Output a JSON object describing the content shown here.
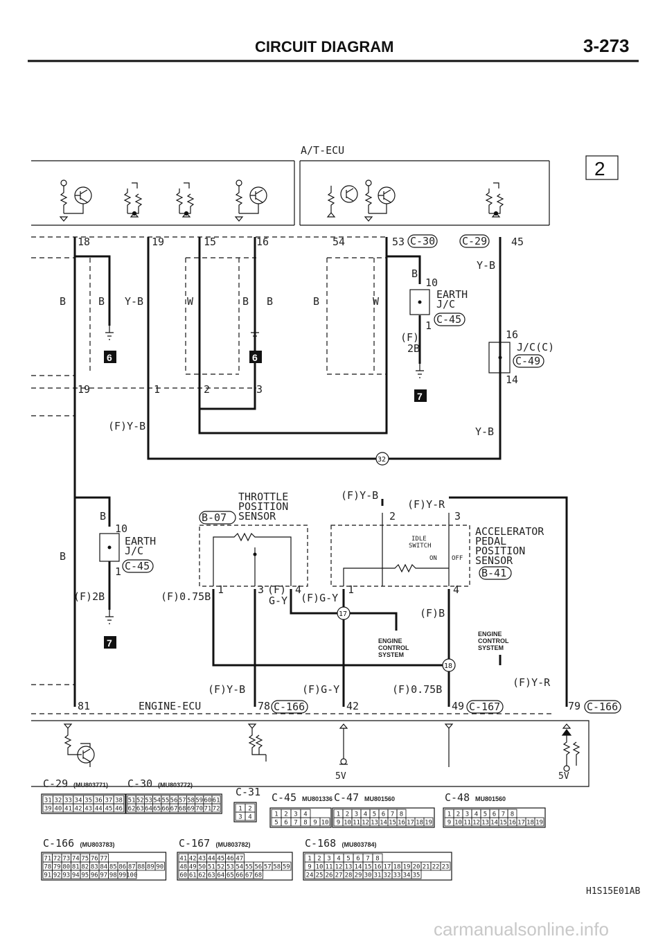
{
  "header": {
    "title": "CIRCUIT DIAGRAM",
    "page": "3-273"
  },
  "page_marker": "2",
  "ecu": {
    "top_label": "A/T-ECU",
    "bottom_label": "ENGINE-ECU"
  },
  "connectors": {
    "c30": "C-30",
    "c29": "C-29",
    "c45": "C-45",
    "c49": "C-49",
    "b07": "B-07",
    "b41": "B-41",
    "c166": "C-166",
    "c167": "C-167"
  },
  "pins_top": {
    "p18": "18",
    "p19": "19",
    "p15": "15",
    "p16": "16",
    "p54": "54",
    "p53": "53",
    "p45": "45"
  },
  "pins_mid": {
    "p19": "19",
    "p1": "1",
    "p2": "2",
    "p3": "3",
    "p10": "10",
    "p1b": "1",
    "p2b": "2B",
    "p16": "16",
    "p14": "14"
  },
  "pins_bottom": {
    "p81": "81",
    "p78": "78",
    "p42": "42",
    "p49": "49",
    "p79": "79"
  },
  "wires": {
    "b": "B",
    "yb": "Y-B",
    "w": "W",
    "fyb": "(F)Y-B",
    "fyr": "(F)Y-R",
    "fgy": "(F)G-Y",
    "fgy2a": "(F)",
    "fgy2b": "G-Y",
    "f075b": "(F)0.75B",
    "fb": "(F)B",
    "f2b": "(F)2B",
    "f": "(F)"
  },
  "components": {
    "earth_jc_1": "EARTH",
    "earth_jc_2": "J/C",
    "jcc": "J/C(C)",
    "tps_1": "THROTTLE",
    "tps_2": "POSITION",
    "tps_3": "SENSOR",
    "app_1": "ACCELERATOR",
    "app_2": "PEDAL",
    "app_3": "POSITION",
    "app_4": "SENSOR",
    "idle_1": "IDLE",
    "idle_2": "SWITCH",
    "idle_on": "ON",
    "idle_off": "OFF",
    "ecs_1": "ENGINE",
    "ecs_2": "CONTROL",
    "ecs_3": "SYSTEM",
    "ground_6": "6",
    "ground_7": "7",
    "v5": "5V",
    "pin_t1": "1",
    "pin_t3": "3",
    "pin_t4": "4",
    "pin_a2": "2",
    "pin_a3": "3",
    "pin_a1": "1",
    "pin_a4": "4"
  },
  "junctions": {
    "j32": "32",
    "j17": "17",
    "j18": "18"
  },
  "connector_views": [
    {
      "ref": "C-29",
      "part": "(MU803771)",
      "rows": [
        [
          "31",
          "32",
          "33",
          "34",
          "35",
          "36",
          "37",
          "38"
        ],
        [
          "39",
          "40",
          "41",
          "42",
          "43",
          "44",
          "45",
          "46"
        ]
      ]
    },
    {
      "ref": "C-30",
      "part": "(MU803772)",
      "rows": [
        [
          "51",
          "52",
          "53",
          "54",
          "55",
          "56",
          "57",
          "58",
          "59",
          "60",
          "61"
        ],
        [
          "62",
          "63",
          "64",
          "65",
          "66",
          "67",
          "68",
          "69",
          "70",
          "71",
          "72"
        ]
      ]
    },
    {
      "ref": "C-31",
      "part": "",
      "rows": [
        [
          "1",
          "2"
        ],
        [
          "3",
          "4"
        ]
      ]
    },
    {
      "ref": "C-45",
      "part": "MU801336",
      "rows": [
        [
          "1",
          "2",
          "3",
          "4"
        ],
        [
          "5",
          "6",
          "7",
          "8",
          "9",
          "10"
        ]
      ]
    },
    {
      "ref": "C-47",
      "part": "MU801560",
      "rows": [
        [
          "1",
          "2",
          "3",
          "4",
          "5",
          "6",
          "7",
          "8"
        ],
        [
          "9",
          "10",
          "11",
          "12",
          "13",
          "14",
          "15",
          "16",
          "17",
          "18",
          "19"
        ]
      ]
    },
    {
      "ref": "C-48",
      "part": "MU801560",
      "rows": [
        [
          "1",
          "2",
          "3",
          "4",
          "5",
          "6",
          "7",
          "8"
        ],
        [
          "9",
          "10",
          "11",
          "12",
          "13",
          "14",
          "15",
          "16",
          "17",
          "18",
          "19"
        ]
      ]
    },
    {
      "ref": "C-166",
      "part": "(MU803783)",
      "rows": [
        [
          "71",
          "72",
          "73",
          "74",
          "75",
          "76",
          "77"
        ],
        [
          "78",
          "79",
          "80",
          "81",
          "82",
          "83",
          "84",
          "85",
          "86",
          "87",
          "88",
          "89",
          "90"
        ],
        [
          "91",
          "92",
          "93",
          "94",
          "95",
          "96",
          "97",
          "98",
          "99",
          "100"
        ]
      ]
    },
    {
      "ref": "C-167",
      "part": "(MU803782)",
      "rows": [
        [
          "41",
          "42",
          "43",
          "44",
          "45",
          "46",
          "47"
        ],
        [
          "48",
          "49",
          "50",
          "51",
          "52",
          "53",
          "54",
          "55",
          "56",
          "57",
          "58",
          "59"
        ],
        [
          "60",
          "61",
          "62",
          "63",
          "64",
          "65",
          "66",
          "67",
          "68"
        ]
      ]
    },
    {
      "ref": "C-168",
      "part": "(MU803784)",
      "rows": [
        [
          "1",
          "2",
          "3",
          "4",
          "5",
          "6",
          "7",
          "8"
        ],
        [
          "9",
          "10",
          "11",
          "12",
          "13",
          "14",
          "15",
          "16",
          "17",
          "18",
          "19",
          "20",
          "21",
          "22",
          "23"
        ],
        [
          "24",
          "25",
          "26",
          "27",
          "28",
          "29",
          "30",
          "31",
          "32",
          "33",
          "34",
          "35"
        ]
      ]
    }
  ],
  "doc_code": "H1S15E01AB",
  "watermark": "carmanualsonline.info"
}
